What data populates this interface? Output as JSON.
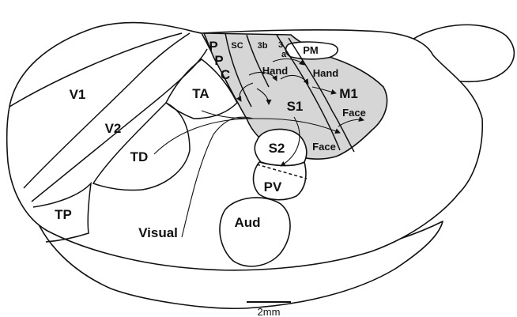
{
  "regions": {
    "v1": "V1",
    "v2": "V2",
    "ta": "TA",
    "td": "TD",
    "tp": "TP",
    "visual": "Visual",
    "aud": "Aud",
    "pv": "PV",
    "s2": "S2",
    "s1": "S1",
    "m1": "M1",
    "pm": "PM",
    "ppc_p1": "P",
    "ppc_p2": "P",
    "ppc_c": "C",
    "sc": "SC",
    "area_3b": "3b",
    "area_3a_digit": "3",
    "area_3a_letter": "a"
  },
  "body_parts": {
    "hand_s1": "Hand",
    "hand_m1": "Hand",
    "face_m1": "Face",
    "face_s1": "Face"
  },
  "scale_bar": {
    "label": "2mm"
  }
}
